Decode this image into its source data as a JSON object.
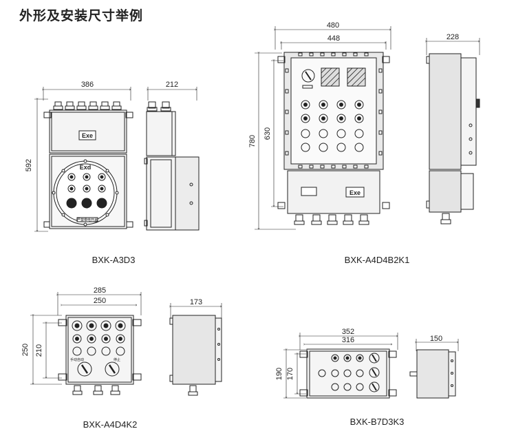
{
  "title": "外形及安装尺寸举例",
  "models": {
    "m1": {
      "caption": "BXK-A3D3",
      "w": "386",
      "d": "212",
      "h": "592",
      "badge_top": "Exe",
      "badge_mid": "Exd",
      "plate": "严禁带电开盖"
    },
    "m2": {
      "caption": "BXK-A4D4B2K1",
      "w_outer": "480",
      "w_inner": "448",
      "d": "228",
      "h_outer": "780",
      "h_inner": "630",
      "badge": "Exe"
    },
    "m3": {
      "caption": "BXK-A4D4K2",
      "w_outer": "285",
      "w_inner": "250",
      "d": "173",
      "h_outer": "250",
      "h_inner": "210",
      "sw_left": "手动自动",
      "sw_right": "停止"
    },
    "m4": {
      "caption": "BXK-B7D3K3",
      "w_outer": "352",
      "w_inner": "316",
      "d": "150",
      "h_outer": "190",
      "h_inner": "170"
    }
  }
}
